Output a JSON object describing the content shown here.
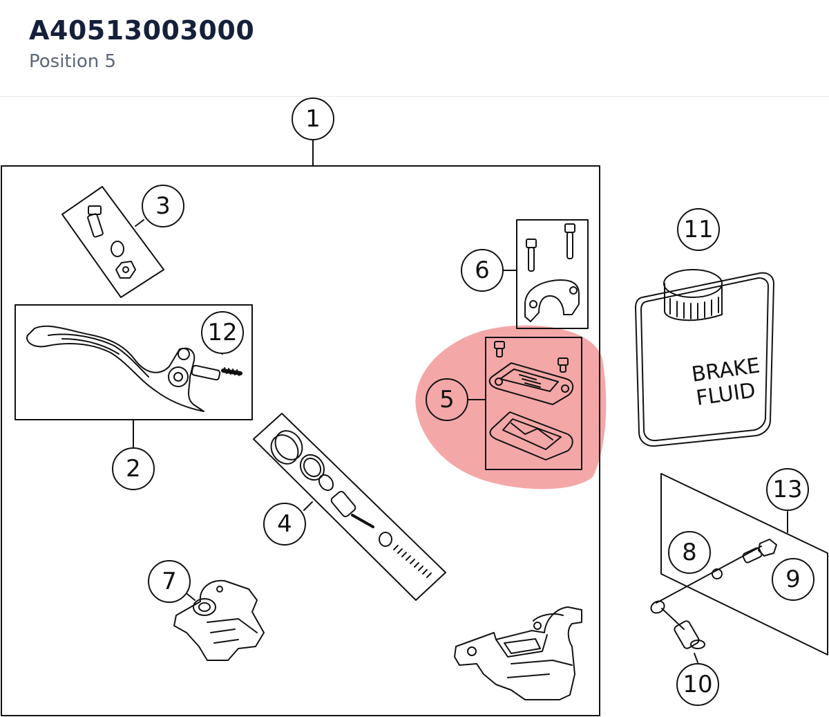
{
  "header": {
    "part_number": "A40513003000",
    "position_label": "Position 5"
  },
  "diagram": {
    "callouts": [
      "1",
      "2",
      "3",
      "4",
      "5",
      "6",
      "7",
      "8",
      "9",
      "10",
      "11",
      "12",
      "13"
    ],
    "highlighted": "5",
    "highlight_color": "#f08a8a",
    "bottle_label_line1": "BRAKE",
    "bottle_label_line2": "FLUID"
  }
}
